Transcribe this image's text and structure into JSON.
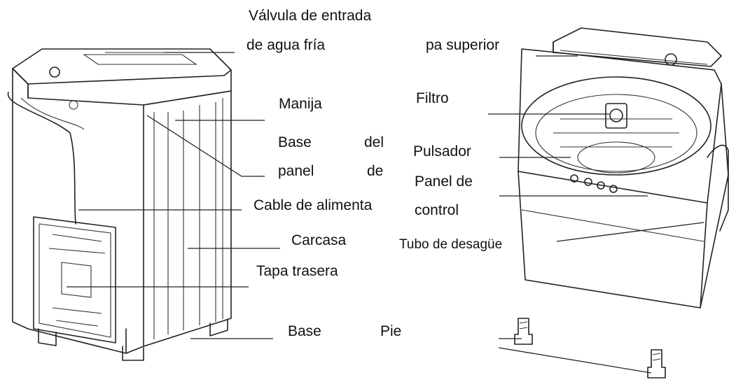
{
  "labels": {
    "valve_line1": "Válvula de entrada",
    "valve_line2": "de agua fría",
    "top_cover": "pa superior",
    "handle": "Manija",
    "filter": "Filtro",
    "panel_base_1": "Base",
    "panel_base_2": "del",
    "panel_base_3": "panel",
    "panel_base_4": "de",
    "pulsator": "Pulsador",
    "control_panel_1": "Panel de",
    "control_panel_2": "control",
    "power_cable": "Cable de alimenta",
    "housing": "Carcasa",
    "drain_hose": "Tubo de desagüe",
    "back_cover": "Tapa trasera",
    "base": "Base",
    "foot": "Pie"
  }
}
